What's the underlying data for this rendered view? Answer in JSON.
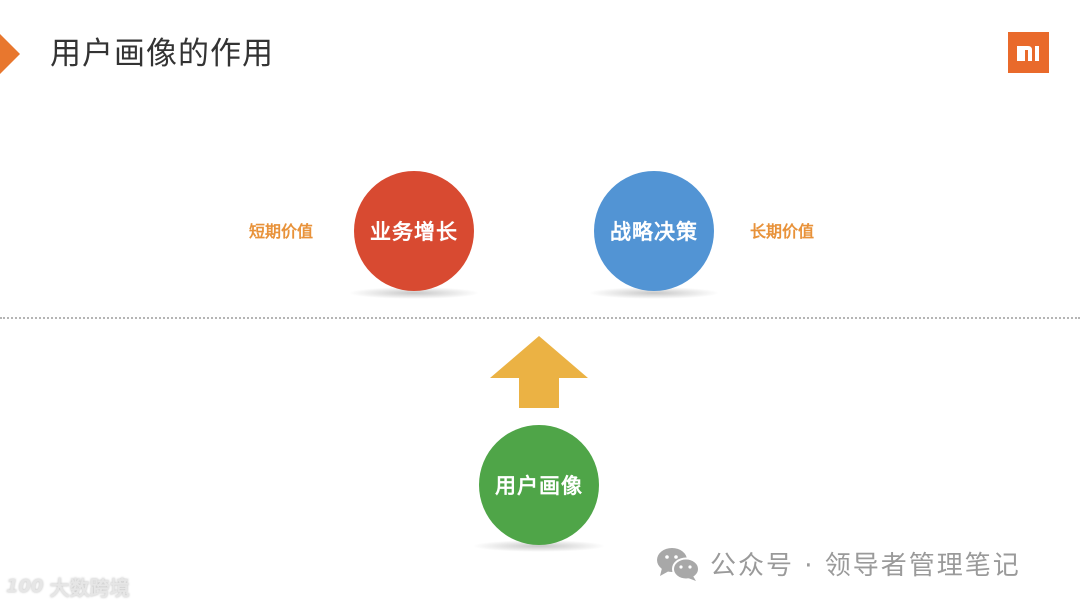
{
  "slide": {
    "title": "用户画像的作用",
    "logo_text": "mi",
    "colors": {
      "accent": "#e8772e",
      "logo": "#e96a2b",
      "red_circle": "#d84a31",
      "blue_circle": "#5294d4",
      "green_circle": "#4fa548",
      "arrow": "#ebb244",
      "side_label": "#e8923a"
    }
  },
  "diagram": {
    "top_left": {
      "circle_label": "业务增长",
      "side_label": "短期价值"
    },
    "top_right": {
      "circle_label": "战略决策",
      "side_label": "长期价值"
    },
    "bottom": {
      "circle_label": "用户画像"
    },
    "arrow_direction": "up"
  },
  "watermarks": {
    "wechat": "公众号 · 领导者管理笔记",
    "corner_number": "100",
    "corner_text": "大数跨境"
  }
}
